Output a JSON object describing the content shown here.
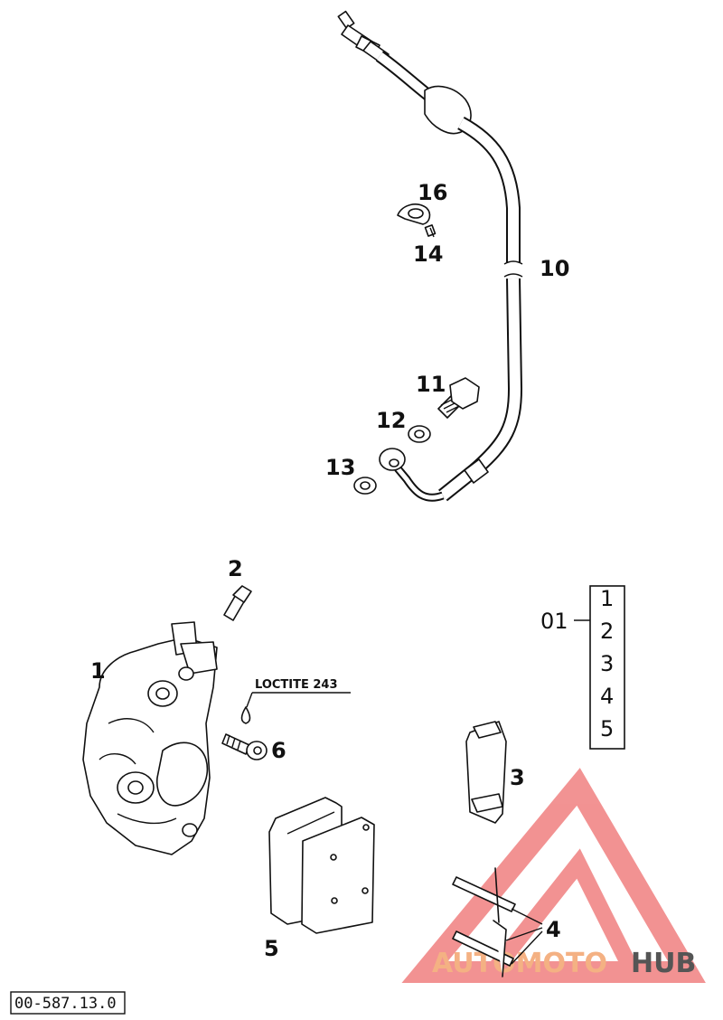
{
  "diagram": {
    "reference_code": "00-587.13.0",
    "note": "LOCTITE 243",
    "callouts": [
      {
        "id": "c1",
        "label": "1"
      },
      {
        "id": "c2",
        "label": "2"
      },
      {
        "id": "c3",
        "label": "3"
      },
      {
        "id": "c4",
        "label": "4"
      },
      {
        "id": "c5",
        "label": "5"
      },
      {
        "id": "c6",
        "label": "6"
      },
      {
        "id": "c10",
        "label": "10"
      },
      {
        "id": "c11",
        "label": "11"
      },
      {
        "id": "c12",
        "label": "12"
      },
      {
        "id": "c13",
        "label": "13"
      },
      {
        "id": "c14",
        "label": "14"
      },
      {
        "id": "c16",
        "label": "16"
      }
    ],
    "kit": {
      "label": "01",
      "items": [
        "1",
        "2",
        "3",
        "4",
        "5"
      ]
    }
  },
  "watermark": {
    "text_part1": "AUTOMOTO",
    "text_part2": "HUB",
    "color_primary": "#f08080",
    "color_accent": "#f4b183",
    "color_dark": "#555555"
  }
}
